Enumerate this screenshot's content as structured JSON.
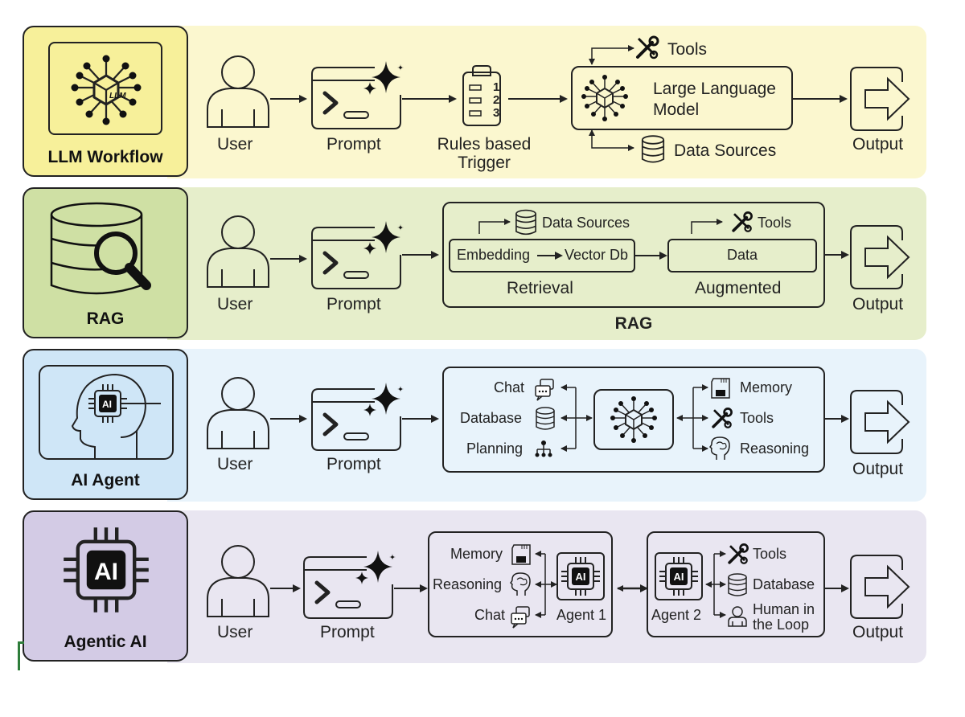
{
  "colors": {
    "llm_workflow": {
      "label_bg": "#f7f09a",
      "band_bg": "#fbf7cf"
    },
    "rag": {
      "label_bg": "#cfe0a4",
      "band_bg": "#e6eecb"
    },
    "ai_agent": {
      "label_bg": "#cfe6f7",
      "band_bg": "#e8f3fb"
    },
    "agentic_ai": {
      "label_bg": "#d3cbe5",
      "band_bg": "#e9e6f1"
    },
    "stroke": "#222222"
  },
  "rows": {
    "llm_workflow": {
      "title": "LLM Workflow",
      "icon": "llm-cube-network-icon",
      "user": "User",
      "prompt": "Prompt",
      "trigger": {
        "line1": "Rules based",
        "line2": "Trigger",
        "items": [
          "1",
          "2",
          "3"
        ]
      },
      "tools": "Tools",
      "llm": {
        "line1": "Large Language",
        "line2": "Model",
        "badge": "LLM"
      },
      "data_sources": "Data Sources",
      "output": "Output"
    },
    "rag": {
      "title": "RAG",
      "icon": "database-search-icon",
      "user": "User",
      "prompt": "Prompt",
      "data_sources": "Data Sources",
      "embedding": "Embedding",
      "vector_db": "Vector Db",
      "retrieval": "Retrieval",
      "tools": "Tools",
      "data": "Data",
      "augmented": "Augmented",
      "group_label": "RAG",
      "output": "Output"
    },
    "ai_agent": {
      "title": "AI Agent",
      "icon": "head-chip-icon",
      "chip_text": "AI",
      "user": "User",
      "prompt": "Prompt",
      "left_items": [
        "Chat",
        "Database",
        "Planning"
      ],
      "right_items": [
        "Memory",
        "Tools",
        "Reasoning"
      ],
      "output": "Output"
    },
    "agentic_ai": {
      "title": "Agentic AI",
      "icon": "ai-chip-icon",
      "chip_text": "AI",
      "user": "User",
      "prompt": "Prompt",
      "agent1": {
        "label": "Agent 1",
        "items": [
          "Memory",
          "Reasoning",
          "Chat"
        ]
      },
      "agent2": {
        "label": "Agent 2",
        "items": [
          "Tools",
          "Database"
        ],
        "human_line1": "Human in",
        "human_line2": "the Loop"
      },
      "output": "Output"
    }
  }
}
